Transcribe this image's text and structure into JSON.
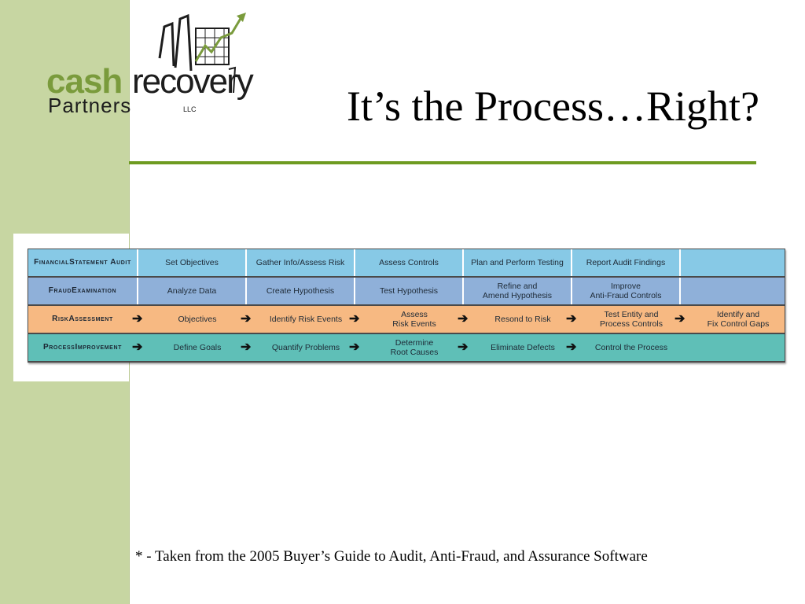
{
  "logo": {
    "cash": "cash",
    "recovery": "recovery",
    "partners": "Partners",
    "llc": "LLC"
  },
  "title": "It’s the Process…Right?",
  "colors": {
    "sidebar": "#c7d6a2",
    "rule": "#6e9b21",
    "row_audit": "#87c9e6",
    "row_fraud": "#8fb0d9",
    "row_risk": "#f7b982",
    "row_process": "#5fbfb7"
  },
  "diagram": {
    "rows": [
      {
        "label_line1": "Financial",
        "label_line2": "Statement Audit",
        "arrows": false,
        "cells": [
          "Set Objectives",
          "Gather Info/Assess Risk",
          "Assess Controls",
          "Plan and Perform Testing",
          "Report Audit Findings",
          ""
        ]
      },
      {
        "label_line1": "Fraud",
        "label_line2": "Examination",
        "arrows": false,
        "cells": [
          "Analyze Data",
          "Create Hypothesis",
          "Test Hypothesis",
          "Refine and|Amend Hypothesis",
          "Improve|Anti-Fraud Controls",
          ""
        ]
      },
      {
        "label_line1": "Risk",
        "label_line2": "Assessment",
        "arrows": true,
        "cells": [
          "Objectives",
          "Identify Risk Events",
          "Assess|Risk Events",
          "Resond to Risk",
          "Test Entity and|Process Controls",
          "Identify and|Fix Control Gaps"
        ]
      },
      {
        "label_line1": "Process",
        "label_line2": "Improvement",
        "arrows": true,
        "cells": [
          "Define Goals",
          "Quantify Problems",
          "Determine|Root Causes",
          "Eliminate Defects",
          "Control the Process",
          ""
        ]
      }
    ]
  },
  "footnote": "* - Taken from the 2005 Buyer’s Guide to Audit, Anti-Fraud, and Assurance Software"
}
